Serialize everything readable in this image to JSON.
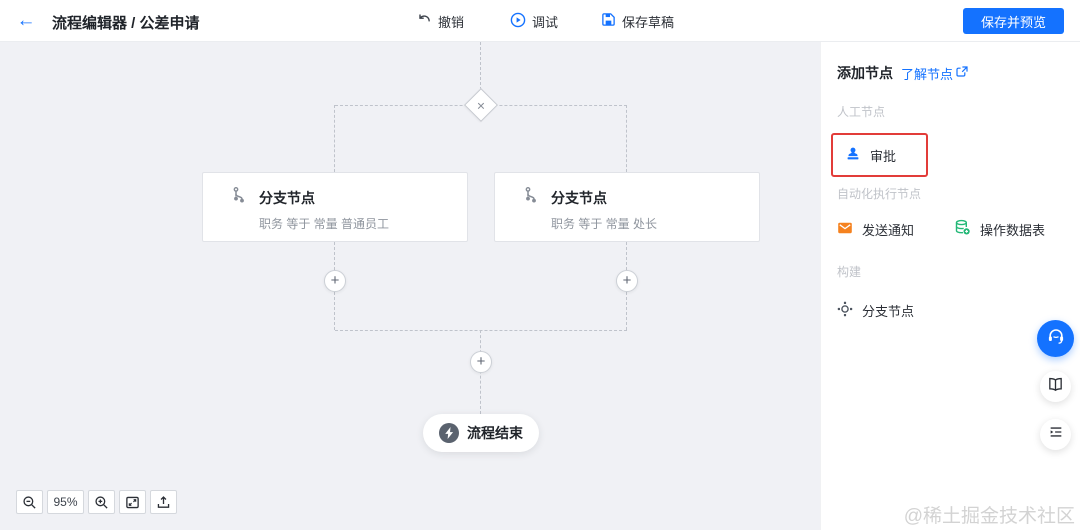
{
  "header": {
    "back_icon": "←",
    "title": "流程编辑器 / 公差申请",
    "toolbar": {
      "undo": "撤销",
      "debug": "调试",
      "save_draft": "保存草稿"
    },
    "primary_button": "保存并预览"
  },
  "canvas": {
    "gateway_symbol": "×",
    "plus_symbol": "+",
    "branches": [
      {
        "title": "分支节点",
        "condition": "职务 等于 常量 普通员工"
      },
      {
        "title": "分支节点",
        "condition": "职务 等于 常量 处长"
      }
    ],
    "end_node_label": "流程结束",
    "zoom_level": "95%"
  },
  "sidebar": {
    "title": "添加节点",
    "help_link": "了解节点",
    "sections": [
      {
        "label": "人工节点",
        "items": [
          {
            "label": "审批",
            "icon": "stamp-icon",
            "highlighted": true
          }
        ]
      },
      {
        "label": "自动化执行节点",
        "items": [
          {
            "label": "发送通知",
            "icon": "mail-icon"
          },
          {
            "label": "操作数据表",
            "icon": "database-icon"
          }
        ]
      },
      {
        "label": "构建",
        "items": [
          {
            "label": "分支节点",
            "icon": "hub-icon"
          }
        ]
      }
    ]
  },
  "floating_buttons": [
    {
      "name": "customer-service",
      "icon": "headset-icon"
    },
    {
      "name": "docs",
      "icon": "book-icon"
    },
    {
      "name": "guide",
      "icon": "list-icon"
    }
  ],
  "watermark": "@稀土掘金技术社区",
  "colors": {
    "accent_blue": "#1472ff",
    "highlight_red": "#e23c39",
    "notify_orange": "#f5821f",
    "database_green": "#23b877",
    "canvas_bg": "#f0f1f5",
    "end_icon_gray": "#5a626e"
  }
}
